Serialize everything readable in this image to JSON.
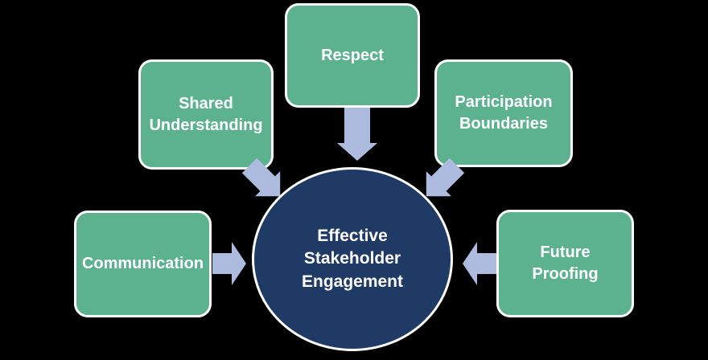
{
  "diagram_title": "Effective Stakeholder Engagement",
  "center": {
    "label": "Effective\nStakeholder\nEngagement"
  },
  "boxes": [
    {
      "id": "respect",
      "label": "Respect"
    },
    {
      "id": "shared-understanding",
      "label": "Shared\nUnderstanding"
    },
    {
      "id": "participation-boundaries",
      "label": "Participation\nBoundaries"
    },
    {
      "id": "communication",
      "label": "Communication"
    },
    {
      "id": "future-proofing",
      "label": "Future\nProofing"
    }
  ],
  "arrows": [
    {
      "name": "arrow-down-icon",
      "direction": "down"
    },
    {
      "name": "arrow-diagonal-down-right-icon",
      "direction": "down-right"
    },
    {
      "name": "arrow-diagonal-down-left-icon",
      "direction": "down-left"
    },
    {
      "name": "arrow-right-icon",
      "direction": "right"
    },
    {
      "name": "arrow-left-icon",
      "direction": "left"
    }
  ],
  "colors": {
    "box_green": "#5CB18F",
    "arrow_periwinkle": "#ADBBDF",
    "circle_navy": "#1F3A64",
    "outline_white": "#FFFFFF",
    "background": "#000000",
    "text_white": "#FFFFFF"
  }
}
